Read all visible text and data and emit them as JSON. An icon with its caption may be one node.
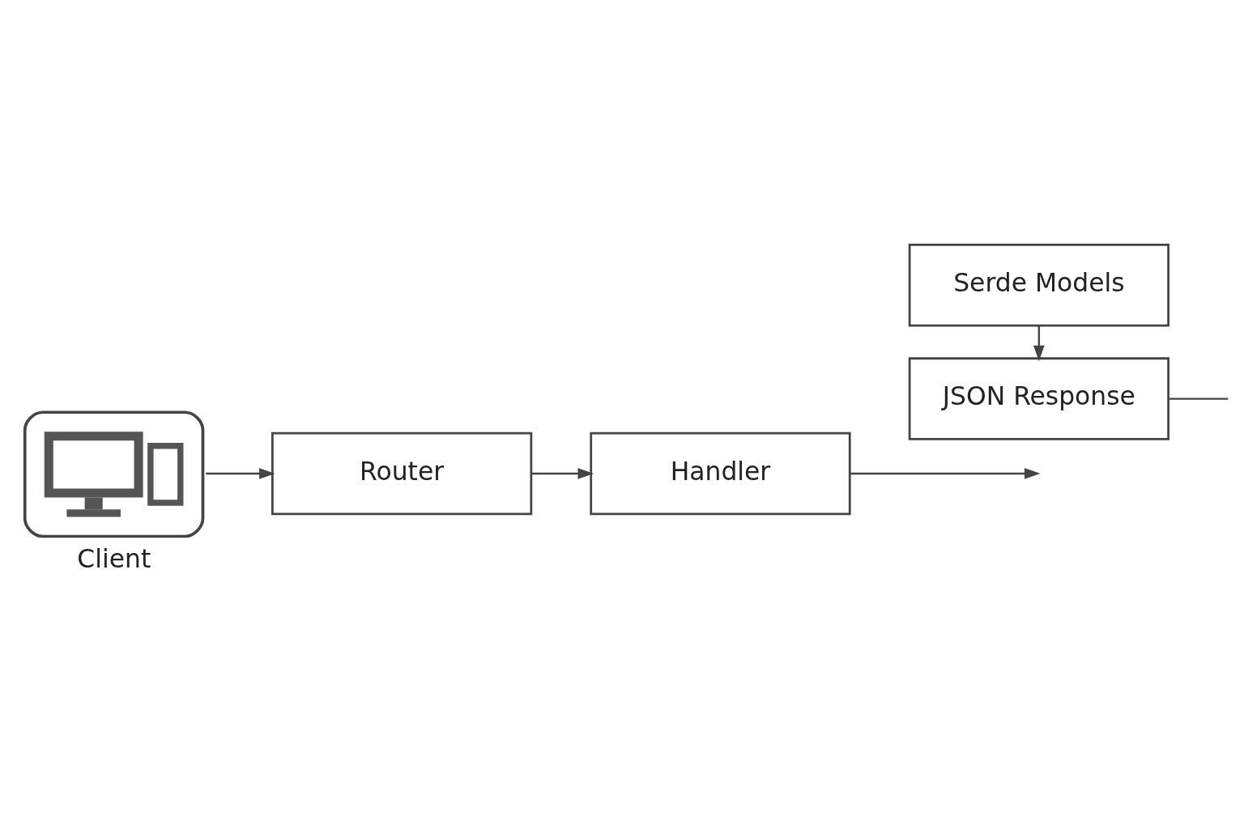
{
  "diagram": {
    "nodes": [
      {
        "text": [
          "Client"
        ]
      },
      {
        "text": [
          "Router"
        ]
      },
      {
        "text": [
          "Handler"
        ]
      },
      {
        "text": [
          "Serde Models"
        ]
      },
      {
        "text": [
          "JSON Response"
        ]
      }
    ],
    "edges": [
      {
        "from": 0,
        "to": 1,
        "arrow": "to"
      },
      {
        "from": 1,
        "to": 2,
        "arrow": "to"
      },
      {
        "from": 2,
        "to": null,
        "arrow": "to"
      },
      {
        "from": 3,
        "to": 4,
        "arrow": "to"
      },
      {
        "from": 4,
        "to": null,
        "arrow": "none"
      }
    ]
  }
}
